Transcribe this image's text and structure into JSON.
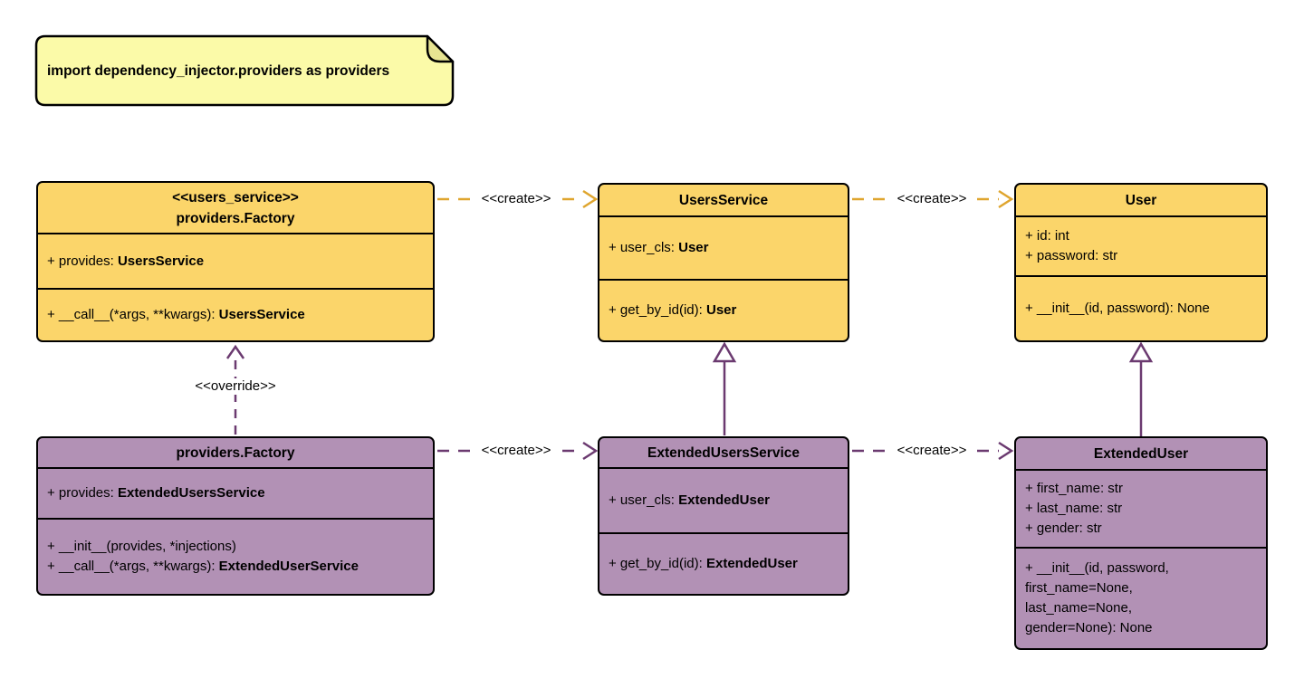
{
  "diagram": {
    "note": {
      "text": "import dependency_injector.providers as providers"
    },
    "labels": {
      "create": "<<create>>",
      "override": "<<override>>"
    },
    "colors": {
      "class_fill_yellow": "#FBD56A",
      "class_fill_purple": "#B291B5",
      "note_fill": "#FBFAA8",
      "note_fold": "#E7E492",
      "arrow_yellow": "#DFA52E",
      "arrow_purple": "#6B3A70",
      "outline": "#000000"
    },
    "classes": [
      {
        "name": "users-service-factory",
        "stereotype": "<<users_service>>",
        "title": "providers.Factory",
        "attributes": [
          {
            "text": "+ provides: ",
            "type": "UsersService"
          }
        ],
        "methods": [
          {
            "text": "+ __call__(*args, **kwargs): ",
            "type": "UsersService"
          }
        ]
      },
      {
        "name": "users-service",
        "title": "UsersService",
        "attributes": [
          {
            "text": "+ user_cls: ",
            "type": "User"
          }
        ],
        "methods": [
          {
            "text": "+ get_by_id(id): ",
            "type": "User"
          }
        ]
      },
      {
        "name": "user",
        "title": "User",
        "attributes": [
          {
            "text": "+ id: int"
          },
          {
            "text": "+ password: str"
          }
        ],
        "methods": [
          {
            "text": "+ __init__(id, password): None"
          }
        ]
      },
      {
        "name": "extended-factory",
        "title": "providers.Factory",
        "attributes": [
          {
            "text": "+ provides: ",
            "type": "ExtendedUsersService"
          }
        ],
        "methods": [
          {
            "text": "+ __init__(provides, *injections)"
          },
          {
            "text": "+ __call__(*args, **kwargs): ",
            "type": "ExtendedUserService"
          }
        ]
      },
      {
        "name": "extended-users-service",
        "title": "ExtendedUsersService",
        "attributes": [
          {
            "text": "+ user_cls: ",
            "type": "ExtendedUser"
          }
        ],
        "methods": [
          {
            "text": "+ get_by_id(id): ",
            "type": "ExtendedUser"
          }
        ]
      },
      {
        "name": "extended-user",
        "title": "ExtendedUser",
        "attributes": [
          {
            "text": "+ first_name: str"
          },
          {
            "text": "+ last_name: str"
          },
          {
            "text": "+ gender: str"
          }
        ],
        "methods": [
          {
            "text": "+ __init__(id, password, first_name=None, last_name=None, gender=None): None"
          }
        ]
      }
    ]
  }
}
